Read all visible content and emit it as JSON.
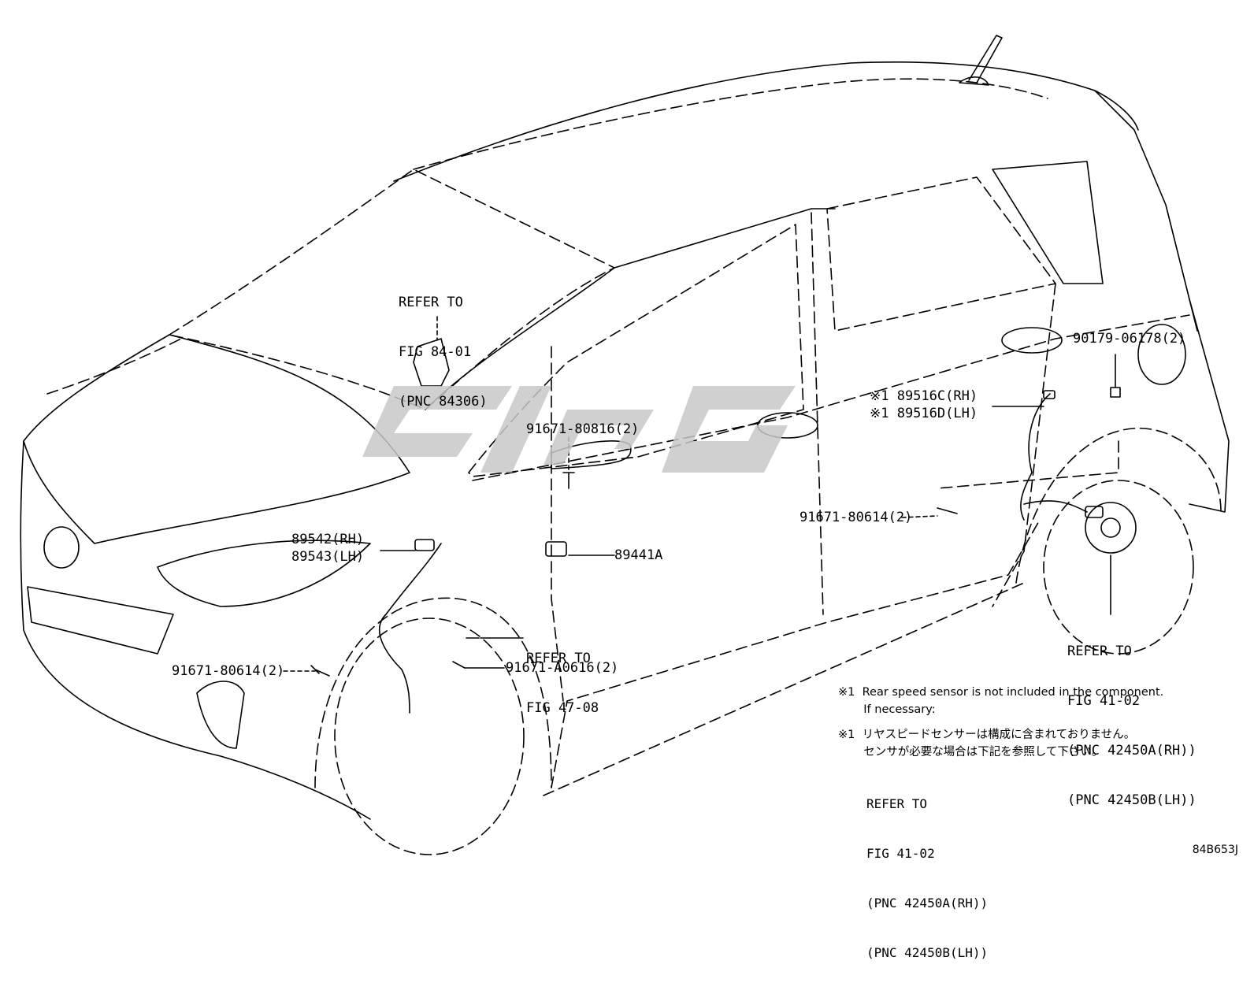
{
  "refs": {
    "fig84": [
      "REFER TO",
      "FIG 84-01",
      "(PNC 84306)"
    ],
    "fig47": [
      "REFER TO",
      "FIG 47-08"
    ],
    "fig41_right": [
      "REFER TO",
      "FIG 41-02",
      "(PNC 42450A(RH))",
      "(PNC 42450B(LH))"
    ]
  },
  "parts": {
    "p91671_80816": "91671-80816(2)",
    "p89542": "89542(RH)",
    "p89543": "89543(LH)",
    "p89441A": "89441A",
    "p91671_80614_left": "91671-80614(2)",
    "p91671_A0616": "91671-A0616(2)",
    "p91671_80614_right": "91671-80614(2)",
    "p89516C": "※1 89516C(RH)",
    "p89516D": "※1 89516D(LH)",
    "p90179": "90179-06178(2)"
  },
  "notes": {
    "en_line1": "※1  Rear speed sensor is not included in the component.",
    "en_line2": "       If necessary:",
    "ja_line1": "※1  リヤスピードセンサーは構成に含まれておりません。",
    "ja_line2": "       センサが必要な場合は下記を参照して下さい。",
    "ref": [
      "REFER TO",
      "FIG 41-02",
      "(PNC 42450A(RH))",
      "(PNC 42450B(LH))"
    ]
  },
  "figure_code": "84B653J",
  "colors": {
    "line": "#000000",
    "watermark": "#c8c8c8",
    "background": "#ffffff"
  }
}
